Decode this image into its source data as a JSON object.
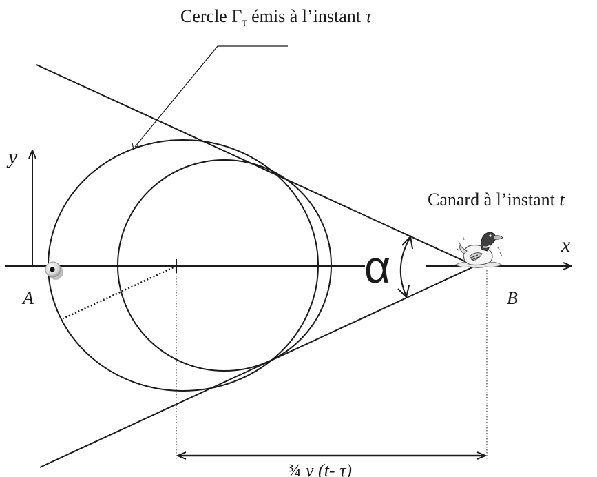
{
  "labels": {
    "circle_caption_prefix": "Cercle Γ",
    "circle_caption_sub": "τ",
    "circle_caption_middle": " émis à l’instant ",
    "circle_caption_tau": "τ",
    "duck_caption_text": "Canard à l’instant ",
    "duck_caption_t": "t",
    "axis_y": "y",
    "axis_x": "x",
    "point_a": "A",
    "point_b": "B",
    "angle": "α",
    "distance_frac": "¾",
    "distance_expr": " v (t- τ)"
  },
  "icons": {
    "duck": "duck-icon",
    "emitter": "emitter-dot-icon"
  }
}
